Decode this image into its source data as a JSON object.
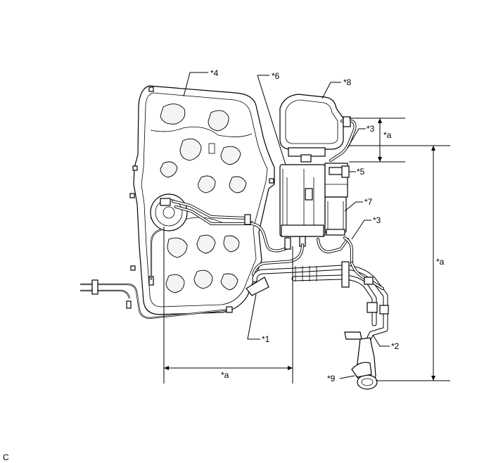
{
  "labels": {
    "l1": "*1",
    "l2": "*2",
    "l3a": "*3",
    "l3b": "*3",
    "l4": "*4",
    "l5": "*5",
    "l6": "*6",
    "l7": "*7",
    "l8": "*8",
    "l9": "*9",
    "dim_a_top": "*a",
    "dim_a_right": "*a",
    "dim_a_bottom": "*a",
    "corner": "C"
  }
}
